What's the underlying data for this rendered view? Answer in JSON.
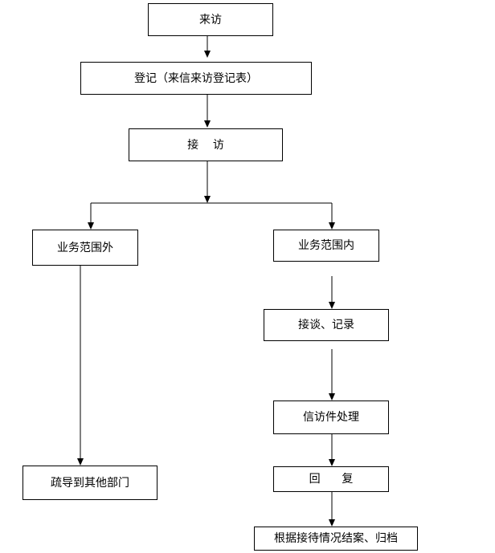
{
  "flowchart": {
    "nodes": {
      "visit": "来访",
      "register": "登记（来信来访登记表）",
      "reception": "接    访",
      "out_of_scope": "业务范围外",
      "in_scope": "业务范围内",
      "interview": "接谈、记录",
      "referral": "疏导到其他部门",
      "processing": "信访件处理",
      "reply": "回      复",
      "archive": "根据接待情况结案、归档"
    }
  }
}
